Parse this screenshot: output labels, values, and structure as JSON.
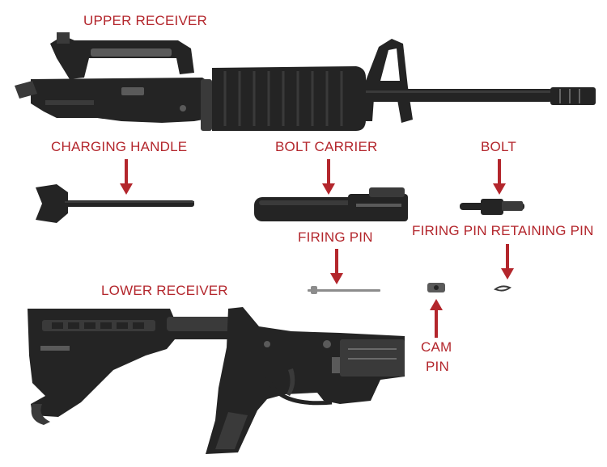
{
  "colors": {
    "label": "#b3262c",
    "part_dark": "#242424",
    "part_mid": "#3a3a3a",
    "part_light": "#5a5a5a",
    "highlight": "#7a7a7a",
    "steel": "#8c8c8c",
    "background": "#ffffff"
  },
  "labels": {
    "upper_receiver": "UPPER RECEIVER",
    "charging_handle": "CHARGING HANDLE",
    "bolt_carrier": "BOLT CARRIER",
    "bolt": "BOLT",
    "firing_pin": "FIRING PIN",
    "firing_pin_retaining_pin": "FIRING PIN RETAINING PIN",
    "lower_receiver": "LOWER RECEIVER",
    "cam_pin_line1": "CAM",
    "cam_pin_line2": "PIN"
  },
  "icons": {
    "down_arrow": "arrow-down",
    "up_arrow": "arrow-up"
  }
}
